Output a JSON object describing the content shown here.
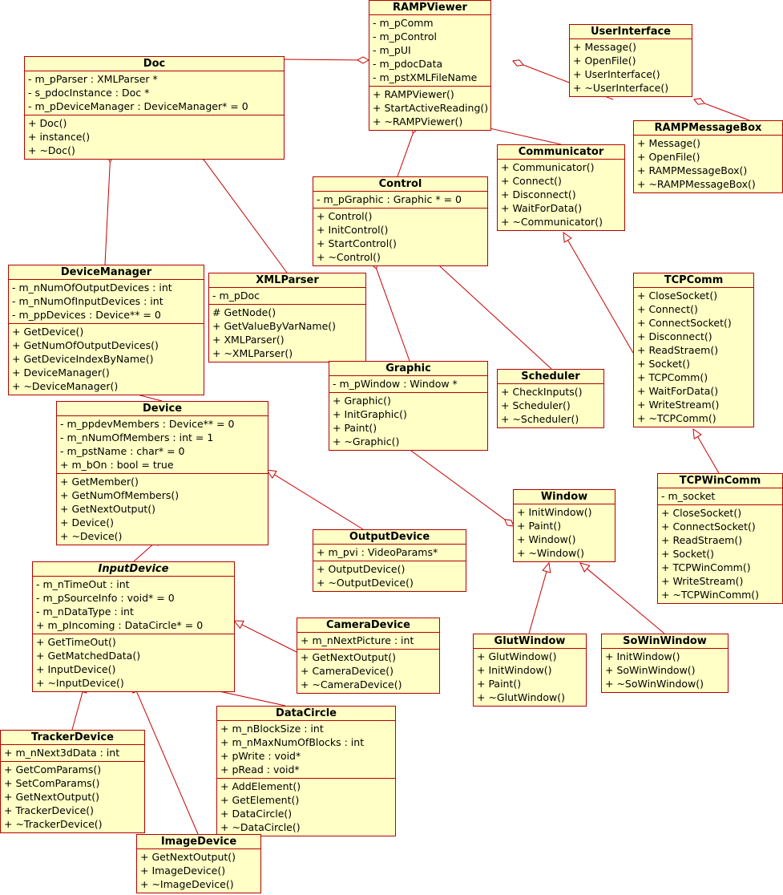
{
  "classes": [
    {
      "id": "rampviewer",
      "name": "RAMPViewer",
      "attributes": [
        "- m_pComm",
        "- m_pControl",
        "- m_pUI",
        "- m_pdocData",
        "- m_pstXMLFileName"
      ],
      "operations": [
        "+ RAMPViewer()",
        "+ StartActiveReading()",
        "+ ~RAMPViewer()"
      ]
    },
    {
      "id": "userinterface",
      "name": "UserInterface",
      "attributes": [],
      "operations": [
        "+ Message()",
        "+ OpenFile()",
        "+ UserInterface()",
        "+ ~UserInterface()"
      ]
    },
    {
      "id": "doc",
      "name": "Doc",
      "attributes": [
        "- m_pParser : XMLParser *",
        "- s_pdocInstance : Doc *",
        "- m_pDeviceManager : DeviceManager* = 0"
      ],
      "operations": [
        "+ Doc()",
        "+ instance()",
        "+ ~Doc()"
      ]
    },
    {
      "id": "rampmessagebox",
      "name": "RAMPMessageBox",
      "attributes": [],
      "operations": [
        "+ Message()",
        "+ OpenFile()",
        "+ RAMPMessageBox()",
        "+ ~RAMPMessageBox()"
      ]
    },
    {
      "id": "communicator",
      "name": "Communicator",
      "attributes": [],
      "operations": [
        "+ Communicator()",
        "+ Connect()",
        "+ Disconnect()",
        "+ WaitForData()",
        "+ ~Communicator()"
      ]
    },
    {
      "id": "control",
      "name": "Control",
      "attributes": [
        "- m_pGraphic : Graphic * = 0"
      ],
      "operations": [
        "+ Control()",
        "+ InitControl()",
        "+ StartControl()",
        "+ ~Control()"
      ]
    },
    {
      "id": "devicemanager",
      "name": "DeviceManager",
      "attributes": [
        "- m_nNumOfOutputDevices : int",
        "- m_nNumOfInputDevices : int",
        "- m_ppDevices : Device** = 0"
      ],
      "operations": [
        "+ GetDevice()",
        "+ GetNumOfOutputDevices()",
        "+ GetDeviceIndexByName()",
        "+ DeviceManager()",
        "+ ~DeviceManager()"
      ]
    },
    {
      "id": "xmlparser",
      "name": "XMLParser",
      "attributes": [
        "- m_pDoc"
      ],
      "operations": [
        "# GetNode()",
        "+ GetValueByVarName()",
        "+ XMLParser()",
        "+ ~XMLParser()"
      ]
    },
    {
      "id": "tcpcomm",
      "name": "TCPComm",
      "attributes": [],
      "operations": [
        "+ CloseSocket()",
        "+ Connect()",
        "+ ConnectSocket()",
        "+ Disconnect()",
        "+ ReadStraem()",
        "+ Socket()",
        "+ TCPComm()",
        "+ WaitForData()",
        "+ WriteStream()",
        "+ ~TCPComm()"
      ]
    },
    {
      "id": "graphic",
      "name": "Graphic",
      "attributes": [
        "- m_pWindow : Window *"
      ],
      "operations": [
        "+ Graphic()",
        "+ InitGraphic()",
        "+ Paint()",
        "+ ~Graphic()"
      ]
    },
    {
      "id": "scheduler",
      "name": "Scheduler",
      "attributes": [],
      "operations": [
        "+ CheckInputs()",
        "+ Scheduler()",
        "+ ~Scheduler()"
      ]
    },
    {
      "id": "device",
      "name": "Device",
      "attributes": [
        "- m_ppdevMembers : Device** = 0",
        "- m_nNumOfMembers : int = 1",
        "- m_pstName : char* = 0",
        "+ m_bOn : bool = true"
      ],
      "operations": [
        "+ GetMember()",
        "+ GetNumOfMembers()",
        "+ GetNextOutput()",
        "+ Device()",
        "+ ~Device()"
      ]
    },
    {
      "id": "tcpwincomm",
      "name": "TCPWinComm",
      "attributes": [
        "- m_socket"
      ],
      "operations": [
        "+ CloseSocket()",
        "+ ConnectSocket()",
        "+ ReadStraem()",
        "+ Socket()",
        "+ TCPWinComm()",
        "+ WriteStream()",
        "+ ~TCPWinComm()"
      ]
    },
    {
      "id": "window",
      "name": "Window",
      "attributes": [],
      "operations": [
        "+ InitWindow()",
        "+ Paint()",
        "+ Window()",
        "+ ~Window()"
      ]
    },
    {
      "id": "outputdevice",
      "name": "OutputDevice",
      "attributes": [
        "+ m_pvi : VideoParams*"
      ],
      "operations": [
        "+ OutputDevice()",
        "+ ~OutputDevice()"
      ]
    },
    {
      "id": "inputdevice",
      "name": "InputDevice",
      "abstract": true,
      "attributes": [
        "- m_nTimeOut : int",
        "- m_pSourceInfo : void* = 0",
        "- m_nDataType : int",
        "+ m_pIncoming : DataCircle* = 0"
      ],
      "operations": [
        "+ GetTimeOut()",
        "+ GetMatchedData()",
        "+ InputDevice()",
        "+ ~InputDevice()"
      ]
    },
    {
      "id": "cameradevice",
      "name": "CameraDevice",
      "attributes": [
        "+ m_nNextPicture : int"
      ],
      "operations": [
        "+ GetNextOutput()",
        "+ CameraDevice()",
        "+ ~CameraDevice()"
      ]
    },
    {
      "id": "glutwindow",
      "name": "GlutWindow",
      "attributes": [],
      "operations": [
        "+ GlutWindow()",
        "+ InitWindow()",
        "+ Paint()",
        "+ ~GlutWindow()"
      ]
    },
    {
      "id": "sowinwindow",
      "name": "SoWinWindow",
      "attributes": [],
      "operations": [
        "+ InitWindow()",
        "+ SoWinWindow()",
        "+ ~SoWinWindow()"
      ]
    },
    {
      "id": "datacircle",
      "name": "DataCircle",
      "attributes": [
        "+ m_nBlockSize : int",
        "+ m_nMaxNumOfBlocks : int",
        "+ pWrite : void*",
        "+ pRead : void*"
      ],
      "operations": [
        "+ AddElement()",
        "+ GetElement()",
        "+ DataCircle()",
        "+ ~DataCircle()"
      ]
    },
    {
      "id": "trackerdevice",
      "name": "TrackerDevice",
      "attributes": [
        "+ m_nNext3dData : int"
      ],
      "operations": [
        "+ GetComParams()",
        "+ SetComParams()",
        "+ GetNextOutput()",
        "+ TrackerDevice()",
        "+ ~TrackerDevice()"
      ]
    },
    {
      "id": "imagedevice",
      "name": "ImageDevice",
      "attributes": [],
      "operations": [
        "+ GetNextOutput()",
        "+ ImageDevice()",
        "+ ~ImageDevice()"
      ]
    }
  ],
  "relations": [
    {
      "type": "aggregation",
      "whole": "rampviewer",
      "part": "doc"
    },
    {
      "type": "aggregation",
      "whole": "rampviewer",
      "part": "userinterface"
    },
    {
      "type": "aggregation",
      "whole": "rampviewer",
      "part": "control"
    },
    {
      "type": "aggregation",
      "whole": "rampviewer",
      "part": "communicator"
    },
    {
      "type": "aggregation",
      "whole": "userinterface",
      "part": "rampmessagebox"
    },
    {
      "type": "aggregation",
      "whole": "doc",
      "part": "devicemanager"
    },
    {
      "type": "aggregation",
      "whole": "doc",
      "part": "xmlparser"
    },
    {
      "type": "aggregation",
      "whole": "control",
      "part": "graphic"
    },
    {
      "type": "aggregation",
      "whole": "control",
      "part": "scheduler"
    },
    {
      "type": "aggregation",
      "whole": "devicemanager",
      "part": "device"
    },
    {
      "type": "aggregation",
      "whole": "window",
      "part": "graphic"
    },
    {
      "type": "aggregation",
      "whole": "inputdevice",
      "part": "datacircle"
    },
    {
      "type": "generalization",
      "child": "tcpcomm",
      "parent": "communicator"
    },
    {
      "type": "generalization",
      "child": "tcpwincomm",
      "parent": "tcpcomm"
    },
    {
      "type": "generalization",
      "child": "outputdevice",
      "parent": "device"
    },
    {
      "type": "generalization",
      "child": "inputdevice",
      "parent": "device"
    },
    {
      "type": "generalization",
      "child": "cameradevice",
      "parent": "inputdevice"
    },
    {
      "type": "generalization",
      "child": "trackerdevice",
      "parent": "inputdevice"
    },
    {
      "type": "generalization",
      "child": "imagedevice",
      "parent": "inputdevice"
    },
    {
      "type": "generalization",
      "child": "glutwindow",
      "parent": "window"
    },
    {
      "type": "generalization",
      "child": "sowinwindow",
      "parent": "window"
    }
  ],
  "colors": {
    "fill": "#ffffc6",
    "border": "#b40000",
    "line": "#c80000"
  }
}
